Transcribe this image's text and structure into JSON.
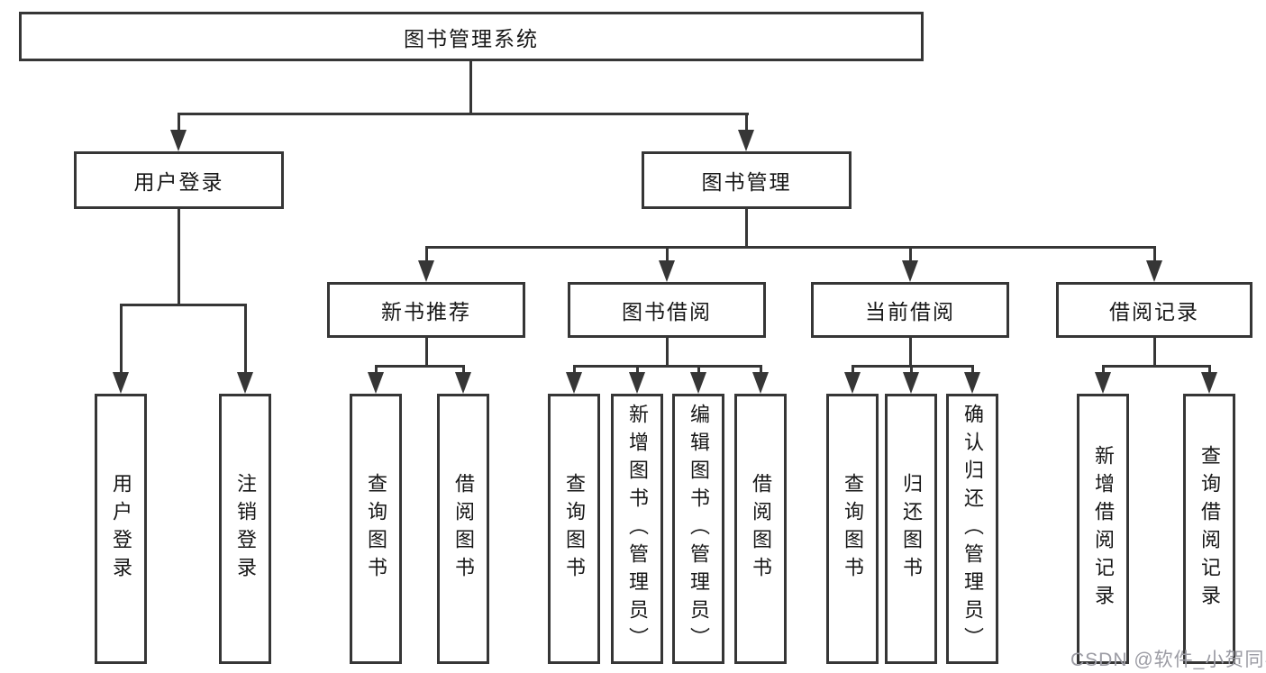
{
  "colors": {
    "line": "#363636",
    "text": "#171717",
    "background": "#ffffff",
    "watermark": "#9c9ca4"
  },
  "watermark": {
    "text": "CSDN @软件_小贺同学"
  },
  "tree": {
    "root": {
      "label": "图书管理系统"
    },
    "branches": [
      {
        "label": "用户登录",
        "children": [
          {
            "label": "用户登录"
          },
          {
            "label": "注销登录"
          }
        ]
      },
      {
        "label": "图书管理",
        "groups": [
          {
            "label": "新书推荐",
            "children": [
              {
                "label": "查询图书"
              },
              {
                "label": "借阅图书"
              }
            ]
          },
          {
            "label": "图书借阅",
            "children": [
              {
                "label": "查询图书"
              },
              {
                "label": "新增图书（管理员）"
              },
              {
                "label": "编辑图书（管理员）"
              },
              {
                "label": "借阅图书"
              }
            ]
          },
          {
            "label": "当前借阅",
            "children": [
              {
                "label": "查询图书"
              },
              {
                "label": "归还图书"
              },
              {
                "label": "确认归还（管理员）"
              }
            ]
          },
          {
            "label": "借阅记录",
            "children": [
              {
                "label": "新增借阅记录"
              },
              {
                "label": "查询借阅记录"
              }
            ]
          }
        ]
      }
    ]
  }
}
